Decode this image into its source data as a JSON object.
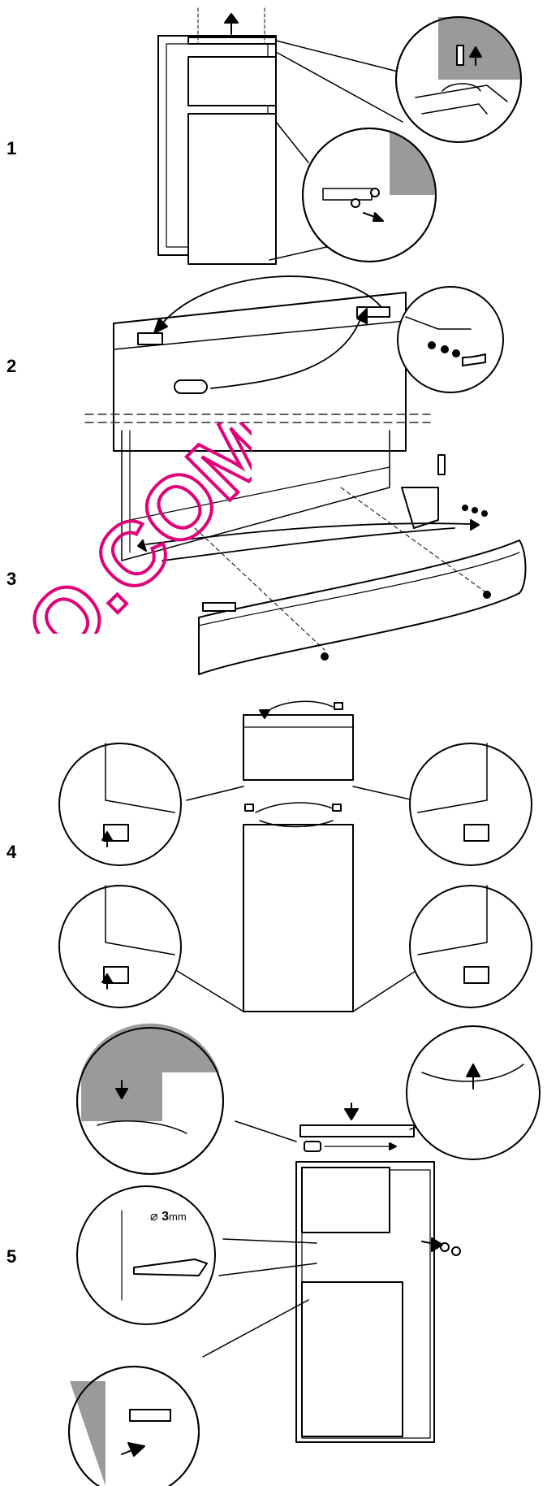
{
  "steps": [
    {
      "label": "1"
    },
    {
      "label": "2"
    },
    {
      "label": "3"
    },
    {
      "label": "4"
    },
    {
      "label": "5"
    }
  ],
  "drill_note": {
    "symbol": "⌀",
    "value": "3",
    "unit": "mm"
  },
  "watermark": {
    "text": "O.COM",
    "color": "#e0007a"
  }
}
